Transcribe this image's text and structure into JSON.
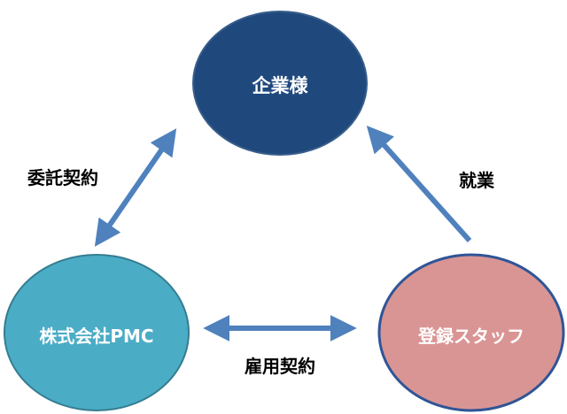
{
  "nodes": {
    "client": {
      "label": "企業様",
      "fill": "#1f497d",
      "stroke": "#385d8a"
    },
    "pmc": {
      "label": "株式会社PMC",
      "fill": "#4bacc6",
      "stroke": "#357d91"
    },
    "staff": {
      "label": "登録スタッフ",
      "fill": "#d99594",
      "stroke": "#2f5597"
    }
  },
  "edges": {
    "outsourcing": {
      "label": "委託契約",
      "direction": "bidirectional"
    },
    "employment": {
      "label": "雇用契約",
      "direction": "bidirectional"
    },
    "work": {
      "label": "就業",
      "direction": "staff-to-client"
    }
  },
  "colors": {
    "arrow": "#4f81bd",
    "background": "#ffffff"
  }
}
